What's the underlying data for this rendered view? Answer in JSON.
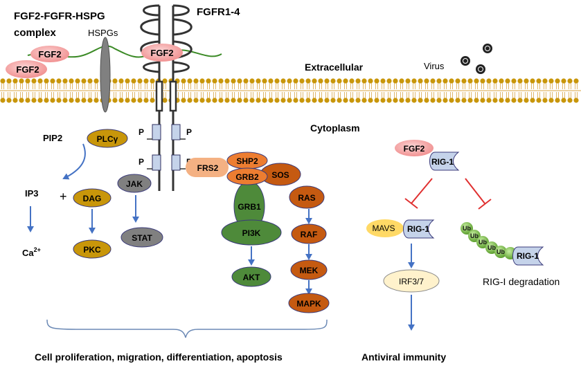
{
  "labels": {
    "complex_line1": "FGF2-FGFR-HSPG",
    "complex_line2": "complex",
    "hspgs": "HSPGs",
    "receptor": "FGFR1-4",
    "extracellular": "Extracellular",
    "virus": "Virus",
    "cytoplasm": "Cytoplasm",
    "fgf2": "FGF2",
    "phospho": "P"
  },
  "left_pathway": {
    "pip2": "PIP2",
    "plc": "PLCγ",
    "ip3": "IP3",
    "plus": "+",
    "dag": "DAG",
    "ca_base": "Ca",
    "ca_sup": "2+",
    "pkc": "PKC",
    "jak": "JAK",
    "stat": "STAT"
  },
  "middle_pathway": {
    "frs2": "FRS2",
    "shp2": "SHP2",
    "grb2": "GRB2",
    "sos": "SOS",
    "grb1": "GRB1",
    "pi3k": "PI3K",
    "akt": "AKT",
    "ras": "RAS",
    "raf": "RAF",
    "mek": "MEK",
    "mapk": "MAPK"
  },
  "right_pathway": {
    "fgf2": "FGF2",
    "rig1": "RIG-1",
    "mavs": "MAVS",
    "irf": "IRF3/7",
    "ub": "Ub",
    "degradation": "RIG-I degradation"
  },
  "outcomes": {
    "cell": "Cell proliferation, migration, differentiation, apoptosis",
    "antiviral": "Antiviral immunity"
  },
  "colors": {
    "fgf2": "#f4a6a6",
    "olive": "#c8960a",
    "gray": "#7f7f7f",
    "orange": "#c55a11",
    "light_orange": "#f4b183",
    "green": "#4e8a3a",
    "blue_light": "#c5d3ea",
    "yellow": "#ffd966",
    "cream": "#fff2cc",
    "arrow": "#4472c4",
    "inhibit": "#e03030"
  }
}
